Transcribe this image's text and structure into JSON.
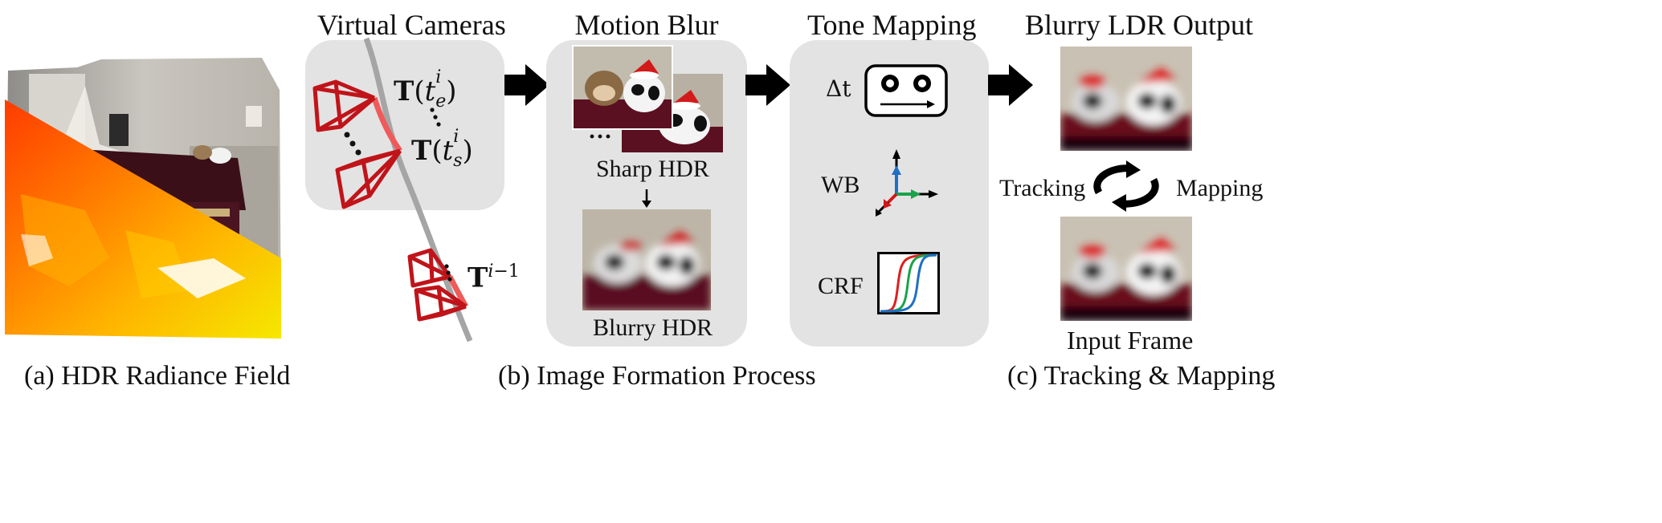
{
  "panel_a": {
    "caption": "(a) HDR Radiance Field"
  },
  "panel_b": {
    "caption": "(b) Image Formation Process",
    "virtual_cameras": {
      "title": "Virtual Cameras",
      "label_end": "T(t_e^i)",
      "label_start": "T(t_s^i)",
      "label_prev": "T^{i−1}"
    },
    "motion_blur": {
      "title": "Motion Blur",
      "sharp_label": "Sharp HDR",
      "blurry_label": "Blurry HDR",
      "ellipsis": "···"
    },
    "tone_mapping": {
      "title": "Tone Mapping",
      "exposure_label": "Δt",
      "wb_label": "WB",
      "crf_label": "CRF"
    }
  },
  "panel_c": {
    "caption": "(c) Tracking & Mapping",
    "output_title": "Blurry LDR Output",
    "tracking_label": "Tracking",
    "mapping_label": "Mapping",
    "input_label": "Input Frame"
  },
  "colors": {
    "camera_red": "#c0141a",
    "panel_gray": "#e3e3e3",
    "arrow": "#000000",
    "wb_blue": "#1f6fc4",
    "wb_green": "#1aa34a",
    "wb_red": "#d01818",
    "crf_red": "#e01e1e",
    "crf_green": "#1aa34a",
    "crf_blue": "#1f6fc4"
  }
}
